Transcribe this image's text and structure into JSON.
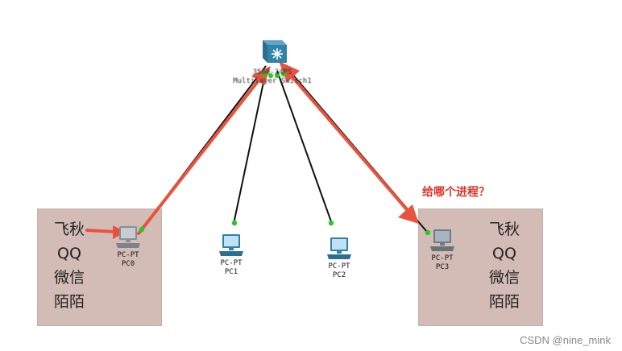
{
  "switch": {
    "model": "3560-24PS",
    "name": "Multilayer Switch1"
  },
  "pcs": [
    {
      "type": "PC-PT",
      "name": "PC0"
    },
    {
      "type": "PC-PT",
      "name": "PC1"
    },
    {
      "type": "PC-PT",
      "name": "PC2"
    },
    {
      "type": "PC-PT",
      "name": "PC3"
    }
  ],
  "left_apps": [
    "飞秋",
    "QQ",
    "微信",
    "陌陌"
  ],
  "right_apps": [
    "飞秋",
    "QQ",
    "微信",
    "陌陌"
  ],
  "annotation": "给哪个进程？",
  "watermark": "CSDN @nine_mink",
  "colors": {
    "arrow": "#e8533f",
    "link": "#111111",
    "port": "#22cc22",
    "box": "#d3bcb6",
    "annotation": "#e0352b"
  }
}
